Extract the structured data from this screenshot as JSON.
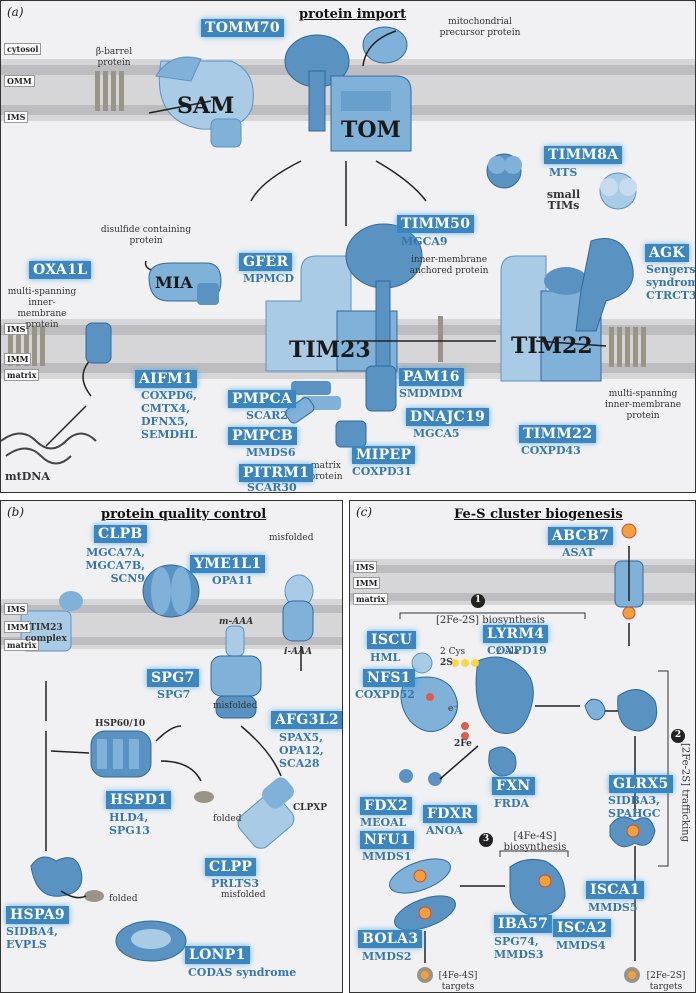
{
  "panel_a": {
    "label": "(a)",
    "title": "protein import",
    "mem_cytosol": "cytosol",
    "mem_omm": "OMM",
    "mem_ims": "IMS",
    "mem_ims2": "IMS",
    "mem_imm": "IMM",
    "mem_matrix": "matrix",
    "beta_barrel": "β-barrel protein",
    "precursor": "mitochondrial precursor protein",
    "sam": "SAM",
    "tom": "TOM",
    "tim23": "TIM23",
    "tim22": "TIM22",
    "mia": "MIA",
    "small_tims": "small TIMs",
    "disulfide": "disulfide containing protein",
    "multi_spanning": "multi-spanning inner-membrane protein",
    "multi_spanning2": "multi-spanning inner-membrane protein",
    "inner_anchored": "inner-membrane anchored protein",
    "matrix_protein": "matrix protein",
    "mtdna": "mtDNA",
    "genes": {
      "tomm70": "TOMM70",
      "timm8a": "TIMM8A",
      "timm8a_dis": "MTS",
      "timm50": "TIMM50",
      "timm50_dis": "MGCA9",
      "agk": "AGK",
      "agk_dis": "Sengers syndrome, CTRCT38",
      "oxa1l": "OXA1L",
      "gfer": "GFER",
      "gfer_dis": "MPMCD",
      "aifm1": "AIFM1",
      "aifm1_dis": "COXPD6, CMTX4, DFNX5, SEMDHL",
      "pmpca": "PMPCA",
      "pmpca_dis": "SCAR2",
      "pmpcb": "PMPCB",
      "pmpcb_dis": "MMDS6",
      "pitrm1": "PITRM1",
      "pitrm1_dis": "SCAR30",
      "pam16": "PAM16",
      "pam16_dis": "SMDMDM",
      "dnajc19": "DNAJC19",
      "dnajc19_dis": "MGCA5",
      "mipep": "MIPEP",
      "mipep_dis": "COXPD31",
      "timm22": "TIMM22",
      "timm22_dis": "COXPD43"
    }
  },
  "panel_b": {
    "label": "(b)",
    "title": "protein quality control",
    "mem_ims": "IMS",
    "mem_imm": "IMM",
    "mem_matrix": "matrix",
    "tim23_complex": "TIM23 complex",
    "misfolded1": "misfolded",
    "misfolded2": "misfolded",
    "misfolded3": "misfolded",
    "m_aaa": "m-AAA",
    "i_aaa": "i-AAA",
    "hsp": "HSP60/10",
    "folded1": "folded",
    "folded2": "folded",
    "clpxp": "CLPXP",
    "genes": {
      "clpb": "CLPB",
      "clpb_dis": "MGCA7A, MGCA7B, SCN9",
      "yme1l1": "YME1L1",
      "yme1l1_dis": "OPA11",
      "spg7": "SPG7",
      "spg7_dis": "SPG7",
      "afg3l2": "AFG3L2",
      "afg3l2_dis": "SPAX5, OPA12, SCA28",
      "hspd1": "HSPD1",
      "hspd1_dis": "HLD4, SPG13",
      "clpp": "CLPP",
      "clpp_dis": "PRLTS3",
      "hspa9": "HSPA9",
      "hspa9_dis": "SIDBA4, EVPLS",
      "lonp1": "LONP1",
      "lonp1_dis": "CODAS syndrome"
    }
  },
  "panel_c": {
    "label": "(c)",
    "title": "Fe-S cluster biogenesis",
    "mem_ims": "IMS",
    "mem_imm": "IMM",
    "mem_matrix": "matrix",
    "step1_num": "1",
    "step1": "[2Fe-2S] biosynthesis",
    "step2_num": "2",
    "step2": "[2Fe-2S] trafficking",
    "step3_num": "3",
    "step3": "[4Fe-4S] biosynthesis",
    "cys": "2 Cys",
    "ala": "2 Ala",
    "s2": "2S",
    "fe2": "2Fe",
    "eminus": "e⁻",
    "targets4": "[4Fe-4S] targets",
    "targets2": "[2Fe-2S] targets",
    "genes": {
      "abcb7": "ABCB7",
      "abcb7_dis": "ASAT",
      "iscu": "ISCU",
      "iscu_dis": "HML",
      "lyrm4": "LYRM4",
      "lyrm4_dis": "COXPD19",
      "nfs1": "NFS1",
      "nfs1_dis": "COXPD52",
      "fxn": "FXN",
      "fxn_dis": "FRDA",
      "fdx2": "FDX2",
      "fdx2_dis": "MEOAL",
      "fdxr": "FDXR",
      "fdxr_dis": "ANOA",
      "glrx5": "GLRX5",
      "glrx5_dis": "SIDBA3, SPAHGC",
      "nfu1": "NFU1",
      "nfu1_dis": "MMDS1",
      "isca1": "ISCA1",
      "isca1_dis": "MMDS5",
      "bola3": "BOLA3",
      "bola3_dis": "MMDS2",
      "iba57": "IBA57",
      "iba57_dis": "SPG74, MMDS3",
      "isca2": "ISCA2",
      "isca2_dis": "MMDS4"
    }
  },
  "colors": {
    "protein_light": "#a9cbe6",
    "protein_mid": "#7fb1d9",
    "protein_dark": "#5a93c2",
    "gene_label": "#3d86bd",
    "disease_text": "#3577ad",
    "membrane": "#c9c9cc"
  }
}
